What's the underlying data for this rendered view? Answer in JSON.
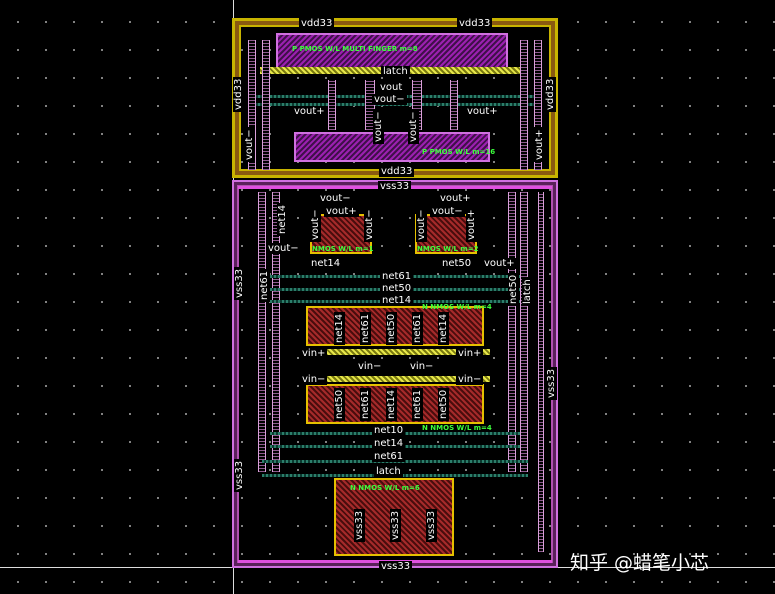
{
  "canvas": {
    "background": "#000000",
    "grid_dots": "#9a9a9a"
  },
  "colors": {
    "metal1": "#2c7e6a",
    "poly": "#e8e84a",
    "nwell": "#9b20b0",
    "diffusion": "#a52a2a",
    "guard_ring_top": "#c8b400",
    "guard_ring_bottom": "#c050c0",
    "device_text": "#3cff3c"
  },
  "labels": {
    "vdd33_top_left": "vdd33",
    "vdd33_top_right": "vdd33",
    "latch_top": "latch",
    "vout_plus_l": "vout+",
    "vout_plus_r": "vout+",
    "vdd33_bottom": "vdd33",
    "vdd33_side_l": "vdd33",
    "vdd33_side_r": "vdd33",
    "vout_minus_side": "vout−",
    "vout_plus_side": "vout+",
    "vout_minus_mid1": "vout−",
    "vout_minus_mid2": "vout−",
    "vout_top_mid": "vout",
    "vout_top_mid2": "vout−",
    "vss33_top": "vss33",
    "vout_minus_a": "vout−",
    "vout_plus_a": "vout+",
    "vout_plus_b": "vout+",
    "vout_minus_b": "vout−",
    "vout_v1": "vout−",
    "vout_v2": "vout−",
    "vout_v3": "vout−",
    "vout_v4": "vout+",
    "net14_a": "net14",
    "net50_a": "net50",
    "net61_v": "net61",
    "net14_v": "net14",
    "vout_l": "vout−",
    "vout_r": "vout+",
    "net50_v": "net50",
    "latch_v": "latch",
    "net61_mid": "net61",
    "net50_mid": "net50",
    "net14_mid": "net14",
    "diff_net14_a": "net14",
    "diff_net61_a": "net61",
    "diff_net50": "net50",
    "diff_net61_b": "net61",
    "diff_net14_b": "net14",
    "vin_plus_l": "vin+",
    "vin_plus_r": "vin+",
    "vin_minus_1": "vin−",
    "vin_minus_2": "vin−",
    "vin_minus_l": "vin−",
    "vin_minus_r": "vin−",
    "diff2_net50_a": "net50",
    "diff2_net61_a": "net61",
    "diff2_net14": "net14",
    "diff2_net61_b": "net61",
    "diff2_net50_b": "net50",
    "net10_low": "net10",
    "net14_low": "net14",
    "net61_low": "net61",
    "latch_low": "latch",
    "vss_v1": "vss33",
    "vss_v2": "vss33",
    "vss_v3": "vss33",
    "vss33_bottom": "vss33",
    "vss33_side_l1": "vss33",
    "vss33_side_l2": "vss33",
    "vss33_side_r": "vss33"
  },
  "device_text": {
    "pmos_top": "P PMOS W/L MULTI FINGER m=8",
    "pmos_mid": "P PMOS W/L m=16",
    "nmos_latch_l": "NMOS W/L m=1",
    "nmos_latch_r": "NMOS W/L m=2",
    "nmos_diff1": "N NMOS W/L m=4",
    "nmos_diff2": "N NMOS W/L m=4",
    "nmos_tail": "N NMOS W/L m=6"
  },
  "watermark": "知乎 @蜡笔小芯"
}
